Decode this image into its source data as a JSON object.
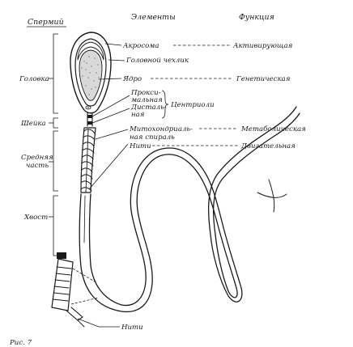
{
  "headers": {
    "sperm": "Спермий",
    "elements": "Элементы",
    "function": "Функция"
  },
  "regions": {
    "head": "Головка",
    "neck": "Шейка",
    "midpiece_line1": "Средняя",
    "midpiece_line2": "часть",
    "tail": "Хвост"
  },
  "elements": {
    "acrosome": "Акросома",
    "head_cap": "Головной чехлик",
    "nucleus": "Ядро",
    "proximal_line1": "Прокси-",
    "proximal_line2": "мальная",
    "distal_line1": "Дисталь-",
    "distal_line2": "ная",
    "centrioles": "Центриоли",
    "mito_line1": "Митохондриаль-",
    "mito_line2": "ная спираль",
    "filaments": "Нити",
    "filaments_bottom": "Нити"
  },
  "functions": {
    "activating": "Активирующая",
    "genetic": "Генетическая",
    "metabolic": "Метаболическая",
    "motor": "Двигательная"
  },
  "footer": {
    "caption_fragment": "Рис. 7"
  }
}
